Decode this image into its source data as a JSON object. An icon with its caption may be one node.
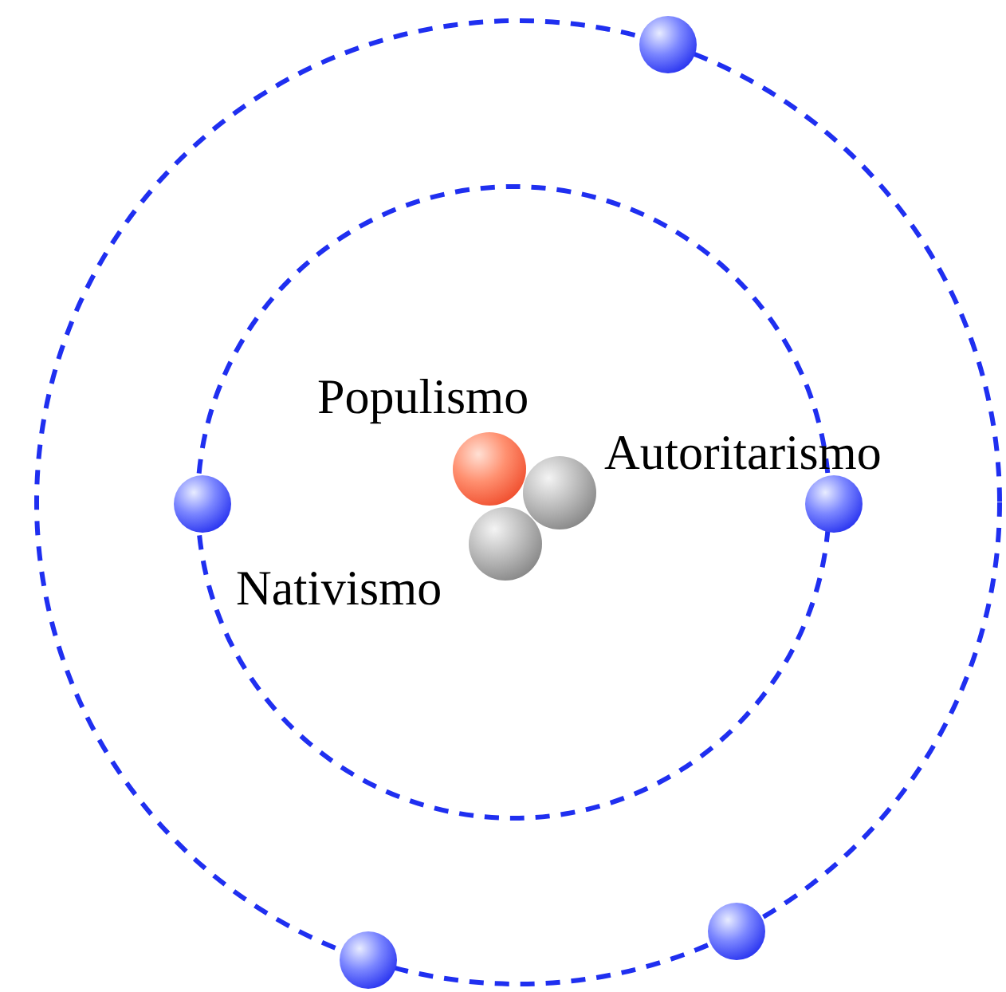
{
  "diagram": {
    "labels": [
      "Populismo",
      "Autoritarismo",
      "Nativismo"
    ]
  }
}
